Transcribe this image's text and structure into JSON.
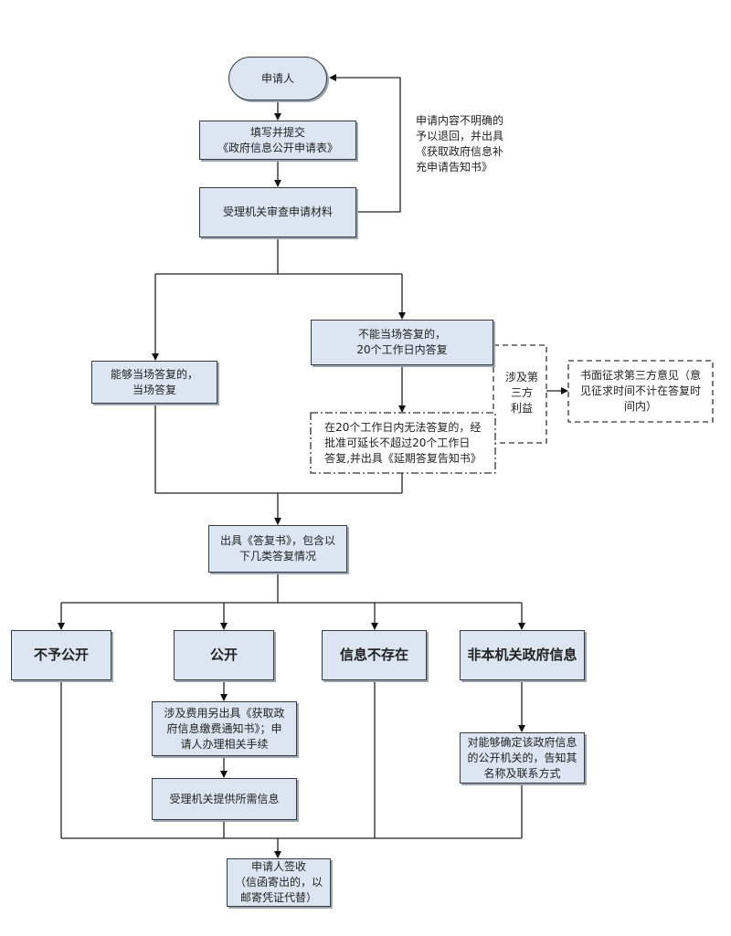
{
  "nodes": {
    "applicant": "申请人",
    "fill_form": "填写并提交\n《政府信息公开申请表》",
    "review": "受理机关审查申请材料",
    "return_note": "申请内容不明确的\n予以退回，并出具\n《获取政府信息补\n充申请告知书》",
    "immediate": "能够当场答复的，\n当场答复",
    "within_20": "不能当场答复的，\n20个工作日内答复",
    "third_party": "涉及第\n三方\n利益",
    "third_party_opinion": "书面征求第三方意见（意\n见征求时间不计在答复时\n间内）",
    "extension": "在20个工作日内无法答复的，经\n批准可延长不超过20个工作日\n答复,并出具《延期答复告知书》",
    "reply_letter": "出具《答复书》，包含以\n下几类答复情况",
    "not_public": "不予公开",
    "public": "公开",
    "not_exist": "信息不存在",
    "not_this_agency": "非本机关政府信息",
    "fee": "涉及费用另出具《获取政\n府信息缴费通知书》；申\n请人办理相关手续",
    "provide_info": "受理机关提供所需信息",
    "inform_agency": "对能够确定该政府信息\n的公开机关的，告知其\n名称及联系方式",
    "sign": "申请人签收\n（信函寄出的，以\n邮寄凭证代替）"
  },
  "colors": {
    "box_fill": "#dce6f2",
    "line": "#222222"
  }
}
